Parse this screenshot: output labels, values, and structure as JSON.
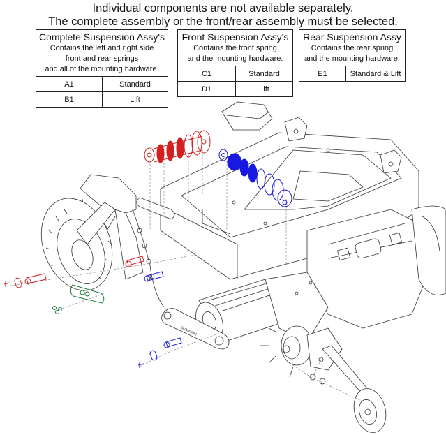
{
  "header": {
    "line1": "Individual components are not available separately.",
    "line2": "The complete assembly or the front/rear assembly must be selected."
  },
  "tables": {
    "complete": {
      "title": "Complete Suspension Assy's",
      "desc1": "Contains the left and right side",
      "desc2": "front and rear springs",
      "desc3": "and all of the mounting hardware.",
      "rows": [
        {
          "code": "A1",
          "type": "Standard"
        },
        {
          "code": "B1",
          "type": "Lift"
        }
      ]
    },
    "front": {
      "title": "Front Suspension Assy's",
      "desc1": "Contains the front spring",
      "desc2": "and the mounting hardware.",
      "rows": [
        {
          "code": "C1",
          "type": "Standard"
        },
        {
          "code": "D1",
          "type": "Lift"
        }
      ]
    },
    "rear": {
      "title": "Rear Suspension Assy",
      "desc1": "Contains the rear spring",
      "desc2": "and the mounting hardware.",
      "rows": [
        {
          "code": "E1",
          "type": "Standard & Lift"
        }
      ]
    }
  },
  "diagram": {
    "arm_label": "QUANTUM",
    "highlight_colors": {
      "front_suspension": "#d21f1f",
      "rear_suspension": "#1818e0",
      "caster_hardware": "#1d7a3a",
      "line_art": "#333333"
    }
  }
}
